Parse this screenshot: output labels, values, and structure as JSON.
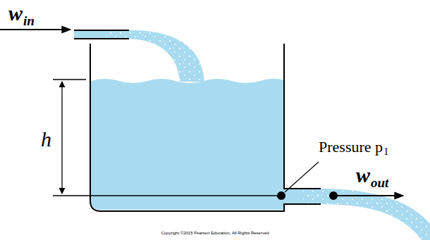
{
  "diagram": {
    "labels": [
      "w",
      "in",
      "h",
      "Pressure p",
      "1",
      "w",
      "out",
      "Copyright ©2015 Pearson Education, All Rights Reserved"
    ]
  }
}
